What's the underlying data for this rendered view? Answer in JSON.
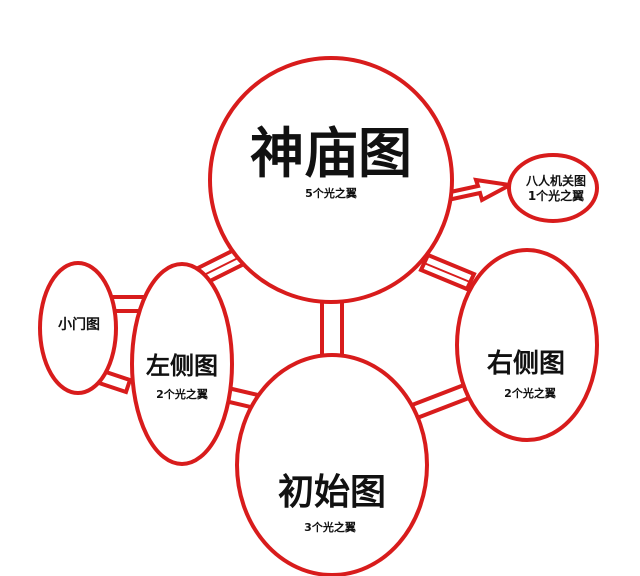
{
  "diagram": {
    "stroke_color": "#d81c1c",
    "nodes": [
      {
        "id": "temple",
        "title": "神庙图",
        "subtitle": "5个光之翼"
      },
      {
        "id": "eight-person",
        "title": "八人机关图",
        "subtitle": "1个光之翼"
      },
      {
        "id": "small-door",
        "title": "小门图",
        "subtitle": ""
      },
      {
        "id": "left",
        "title": "左侧图",
        "subtitle": "2个光之翼"
      },
      {
        "id": "right",
        "title": "右侧图",
        "subtitle": "2个光之翼"
      },
      {
        "id": "initial",
        "title": "初始图",
        "subtitle": "3个光之翼"
      }
    ],
    "edges": [
      {
        "from": "temple",
        "to": "eight-person",
        "type": "arrow"
      },
      {
        "from": "temple",
        "to": "left",
        "type": "bridge"
      },
      {
        "from": "temple",
        "to": "right",
        "type": "bridge"
      },
      {
        "from": "temple",
        "to": "initial",
        "type": "bridge"
      },
      {
        "from": "small-door",
        "to": "left",
        "type": "bridge"
      },
      {
        "from": "left",
        "to": "initial",
        "type": "bridge"
      },
      {
        "from": "right",
        "to": "initial",
        "type": "bridge"
      }
    ]
  }
}
